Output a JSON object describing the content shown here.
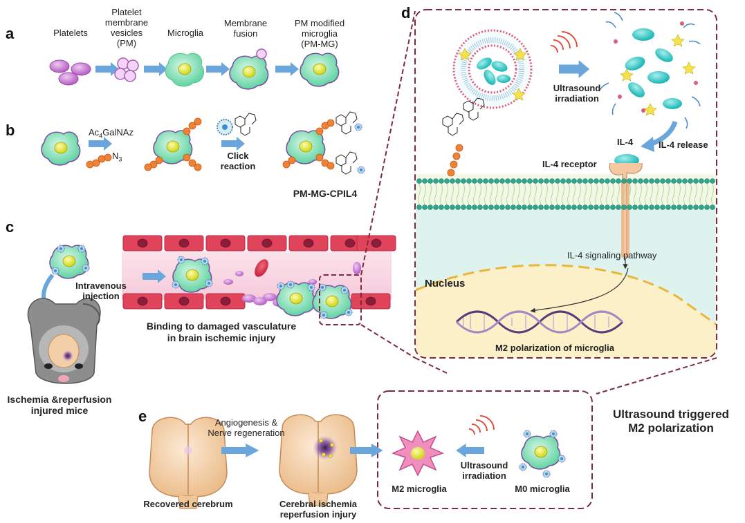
{
  "panels": {
    "a": "a",
    "b": "b",
    "c": "c",
    "d": "d",
    "e": "e"
  },
  "panel_a": {
    "platelets": "Platelets",
    "pm": [
      "Platelet",
      "membrane",
      "vesicles",
      "(PM)"
    ],
    "microglia": "Microglia",
    "fusion": [
      "Membrane",
      "fusion"
    ],
    "pm_mg": [
      "PM modified",
      "microglia",
      "(PM-MG)"
    ]
  },
  "panel_b": {
    "reagent": "Ac4GalNAz",
    "reagent_base": "Ac",
    "reagent_sub": "4",
    "reagent_rest": "GalNAz",
    "azide": "N",
    "azide_sub": "3",
    "click": [
      "Click",
      "reaction"
    ],
    "product": "PM-MG-CPIL4"
  },
  "panel_c": {
    "injection": [
      "Intravenous",
      "injection"
    ],
    "binding": [
      "Binding to damaged vasculature",
      "in brain ischemic injury"
    ],
    "mice": [
      "Ischemia &reperfusion",
      "injured mice"
    ]
  },
  "panel_d": {
    "ultrasound": [
      "Ultrasound",
      "irradiation"
    ],
    "il4": "IL-4",
    "il4_release": "IL-4 release",
    "receptor": "IL-4 receptor",
    "pathway": "IL-4 signaling pathway",
    "nucleus": "Nucleus",
    "polarization": "M2 polarization of microglia"
  },
  "panel_e": {
    "angio": [
      "Angiogenesis &",
      "Nerve regeneration"
    ],
    "recovered": "Recovered cerebrum",
    "injury": [
      "Cerebral ischemia",
      "reperfusion injury"
    ],
    "m2": "M2 microglia",
    "us": [
      "Ultrasound",
      "irradiation"
    ],
    "m0": "M0 microglia"
  },
  "trigger": [
    "Ultrasound triggered",
    "M2 polarization"
  ],
  "colors": {
    "cell": "#7fe0b4",
    "nucleus": "#e8ea3a",
    "platelet": "#c977d3",
    "arrow": "#6aa6dc",
    "vessel": "#e0445a",
    "dashed": "#7a2a3a",
    "cyto": "#dff3ee",
    "nucleus_bg": "#fbf0c8",
    "brain": "#f2cfa8"
  }
}
